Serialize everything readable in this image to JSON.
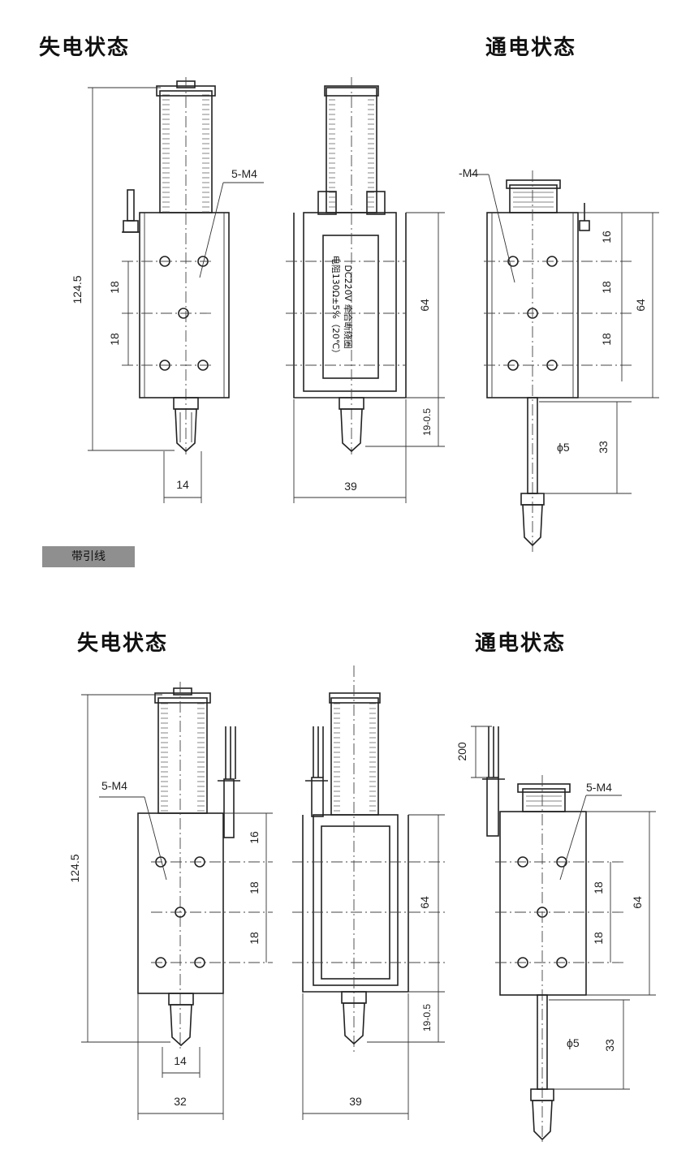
{
  "headings": {
    "top_left": "失电状态",
    "top_right": "通电状态",
    "bottom_left": "失电状态",
    "bottom_right": "通电状态"
  },
  "banner": "带引线",
  "nameplate": {
    "line1": "DC220V  牵合断绕圈",
    "line2": "电阻130Ω±5%（20℃）"
  },
  "dims": {
    "top": {
      "screw": "5-M4",
      "screw_right": "-M4",
      "total": "124.5",
      "pitch_a": "18",
      "pitch_b": "18",
      "width_left": "14",
      "width_mid": "39",
      "height_mid": "64",
      "stroke": "19-0.5",
      "r_top": "16",
      "r_a": "18",
      "r_b": "18",
      "r_height": "64",
      "rod_dia": "ϕ5",
      "rod_len": "33"
    },
    "bottom": {
      "screw": "5-M4",
      "screw_right": "5-M4",
      "total": "124.5",
      "l_top": "16",
      "l_a": "18",
      "l_b": "18",
      "pitch_14": "14",
      "width_left": "32",
      "width_mid": "39",
      "height_mid": "64",
      "stroke": "19-0.5",
      "lead": "200",
      "r_a": "18",
      "r_b": "18",
      "r_height": "64",
      "rod_dia": "ϕ5",
      "rod_len": "33"
    }
  }
}
